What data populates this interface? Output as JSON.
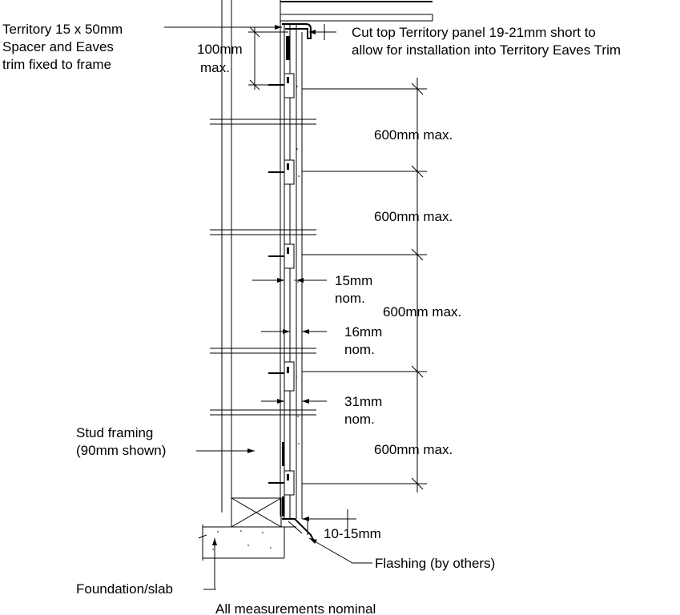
{
  "labels": {
    "spacer_l1": "Territory 15 x 50mm",
    "spacer_l2": "Spacer and Eaves",
    "spacer_l3": "trim fixed to frame",
    "max100_l1": "100mm",
    "max100_l2": "max.",
    "cut_l1": "Cut top Territory panel 19-21mm short to",
    "cut_l2": "allow for installation into Territory Eaves Trim",
    "span1": "600mm max.",
    "span2": "600mm max.",
    "span3": "600mm max.",
    "span4": "600mm max.",
    "dim15_l1": "15mm",
    "dim15_l2": "nom.",
    "dim16_l1": "16mm",
    "dim16_l2": "nom.",
    "dim31_l1": "31mm",
    "dim31_l2": "nom.",
    "stud_l1": "Stud framing",
    "stud_l2": "(90mm shown)",
    "gap": "10-15mm",
    "flashing": "Flashing (by others)",
    "foundation": "Foundation/slab",
    "footer": "All measurements nominal"
  }
}
